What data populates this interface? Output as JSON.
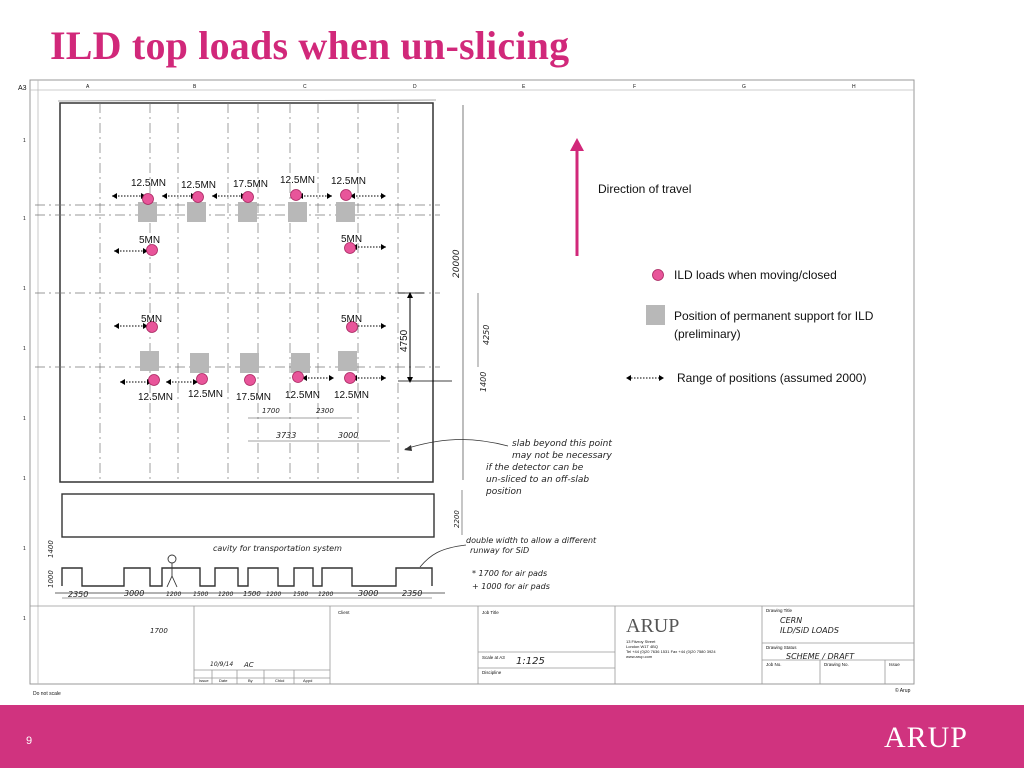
{
  "title": "ILD top loads when un-slicing",
  "sheet": {
    "size_label": "A3",
    "columns": [
      "A",
      "B",
      "C",
      "D",
      "E",
      "F",
      "G",
      "H"
    ],
    "rows": [
      "1",
      "1",
      "1",
      "1",
      "1",
      "1",
      "1",
      "1"
    ],
    "not_to_scale": "Do not scale",
    "copyright": "© Arup"
  },
  "loads": {
    "top_row": [
      "12.5MN",
      "12.5MN",
      "17.5MN",
      "12.5MN",
      "12.5MN"
    ],
    "upper_middle": [
      "5MN",
      "5MN"
    ],
    "lower_middle": [
      "5MN",
      "5MN"
    ],
    "bottom_row": [
      "12.5MN",
      "12.5MN",
      "17.5MN",
      "12.5MN",
      "12.5MN"
    ]
  },
  "dimensions": {
    "vertical_4750": "4750",
    "overall_20000": "20000",
    "d_4250": "4250",
    "d_1400": "1400",
    "d_2200": "2200",
    "d_1400_left": "1400",
    "d_1000_left": "1000",
    "d_1700": "1700",
    "d_2300": "2300",
    "d_3733": "3733",
    "d_3000_mid": "3000",
    "bottom": [
      "2350",
      "3000",
      "1200",
      "1500",
      "1200",
      "1500",
      "1200",
      "1500",
      "1200",
      "3000",
      "2350"
    ],
    "d_1700_left": "1700"
  },
  "notes": {
    "slab_note": [
      "slab beyond this point",
      "may not be necessary",
      "if the detector can be",
      "un-sliced to an off-slab",
      "position"
    ],
    "cavity": "cavity for transportation system",
    "double_width": [
      "double width to allow a different",
      "runway for SiD"
    ],
    "air_pads": [
      "* 1700 for air pads",
      "+ 1000 for air pads"
    ]
  },
  "legend": {
    "direction": "Direction of travel",
    "ild_loads": "ILD loads when moving/closed",
    "support_1": "Position of permanent support for ILD",
    "support_2": "(preliminary)",
    "range": "Range of positions (assumed 2000)"
  },
  "title_block": {
    "client": "Client",
    "job_title": "Job Title",
    "company": "ARUP",
    "address": [
      "13 Fitzroy Street",
      "London W1T 4BQ",
      "Tel +44 (0)20 7636 1531 Fax +44 (0)20 7580 3924",
      "www.arup.com"
    ],
    "drawing_title_label": "Drawing Title",
    "drawing_title": [
      "CERN",
      "ILD/SiD LOADS"
    ],
    "drawing_status_label": "Drawing Status",
    "drawing_status": "SCHEME / DRAFT",
    "scale_label": "Scale at A3",
    "scale": "1:125",
    "discipline": "Discipline",
    "job_no": "Job No.",
    "drawing_no": "Drawing No.",
    "issue": "Issue",
    "rev_headers": [
      "Issue",
      "Date",
      "By",
      "Chkd",
      "Appd"
    ],
    "rev_date": "10/9/14",
    "rev_by": "AC"
  },
  "footer": {
    "page": "9",
    "logo": "ARUP"
  },
  "colors": {
    "accent": "#d1287a",
    "footer_bg": "#d0337f",
    "load_dot": "#e8559a",
    "support": "#b8b8b8"
  }
}
